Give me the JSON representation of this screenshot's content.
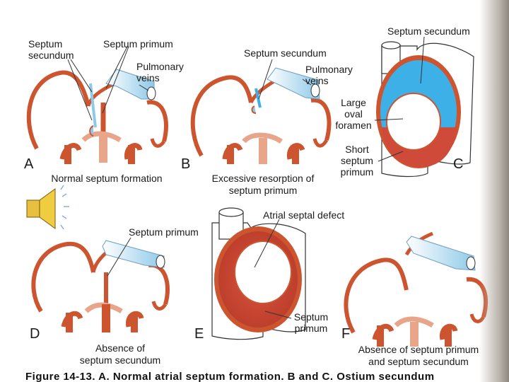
{
  "labels": {
    "a_secundum": "Septum\nsecundum",
    "a_primum": "Septum primum",
    "a_pulmonary": "Pulmonary\nveins",
    "b_secundum": "Septum secundum",
    "b_pulmonary": "Pulmonary\nveins",
    "c_secundum": "Septum secundum",
    "c_large_oval": "Large\noval\nforamen",
    "c_short_primum": "Short\nseptum\nprimum",
    "d_primum": "Septum primum",
    "e_asd": "Atrial septal defect",
    "e_primum": "Septum\nprimum"
  },
  "panels": {
    "a": "A",
    "b": "B",
    "c": "C",
    "d": "D",
    "e": "E",
    "f": "F"
  },
  "captions": {
    "a": "Normal septum formation",
    "b": "Excessive resorption of\nseptum primum",
    "d": "Absence of\nseptum secundum",
    "f": "Absence of septum primum\nand septum secundum"
  },
  "footer": "Figure 14-13. A. Normal atrial septum formation. B and C. Ostium secundum",
  "colors": {
    "wall": "#cc5530",
    "wall_dark": "#b8431f",
    "vein": "#8ec9e8",
    "septum_light": "#e8a58a",
    "secundum_blue": "#3db0e8",
    "primum_red": "#d04a3a"
  },
  "audio_icon": "speaker-icon"
}
